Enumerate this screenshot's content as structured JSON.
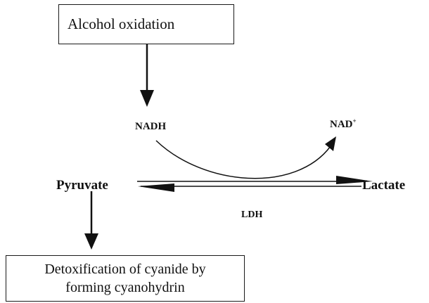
{
  "boxes": {
    "alcohol_oxidation": "Alcohol oxidation",
    "detox_line1": "Detoxification of cyanide by",
    "detox_line2": "forming cyanohydrin"
  },
  "labels": {
    "nadh": "NADH",
    "nad": "NAD",
    "nad_superscript": "+",
    "pyruvate": "Pyruvate",
    "lactate": "Lactate",
    "ldh": "LDH"
  }
}
